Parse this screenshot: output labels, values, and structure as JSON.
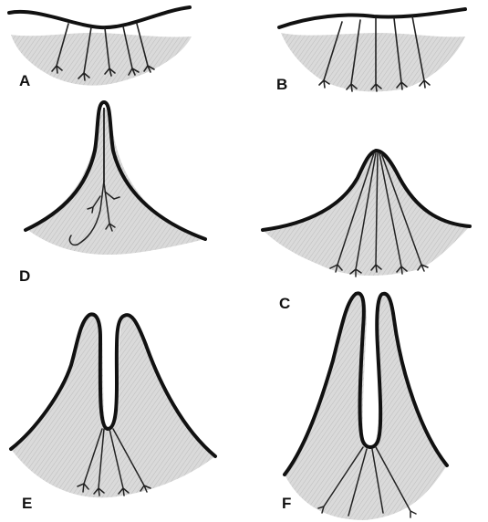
{
  "panels": [
    {
      "id": "A",
      "label": "A"
    },
    {
      "id": "B",
      "label": "B"
    },
    {
      "id": "D",
      "label": "D"
    },
    {
      "id": "C",
      "label": "C"
    },
    {
      "id": "E",
      "label": "E"
    },
    {
      "id": "F",
      "label": "F"
    }
  ],
  "colors": {
    "tissue": "#d7d7d7",
    "outline": "#111111",
    "strands": "#222222",
    "background": "#ffffff"
  }
}
